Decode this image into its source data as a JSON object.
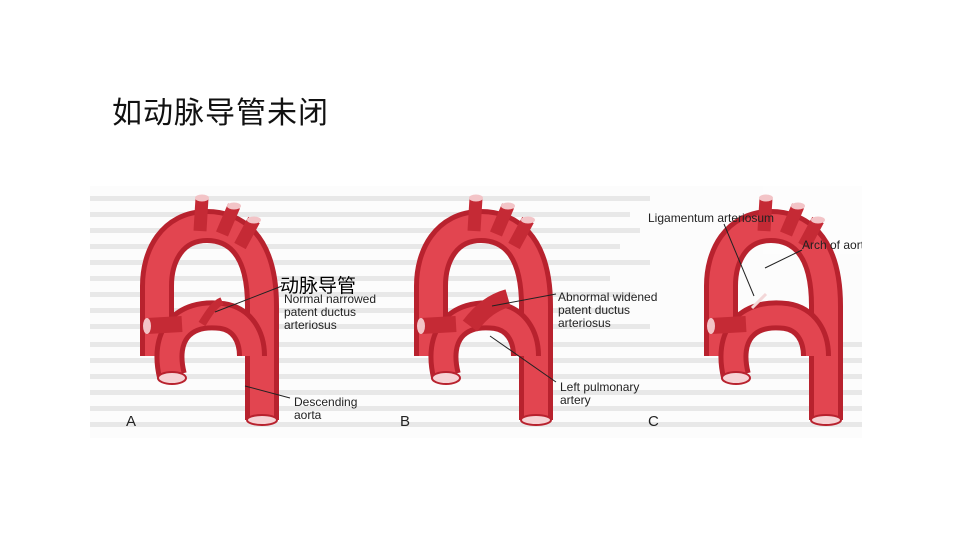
{
  "slide": {
    "title": "如动脉导管未闭"
  },
  "overlay": {
    "cn_label": "动脉导管"
  },
  "panels": [
    {
      "letter": "A",
      "labels": [
        "Normal narrowed",
        "patent ductus",
        "arteriosus",
        "Descending",
        "aorta"
      ]
    },
    {
      "letter": "B",
      "labels": [
        "Abnormal widened",
        "patent ductus",
        "arteriosus",
        "Left pulmonary",
        "artery"
      ]
    },
    {
      "letter": "C",
      "labels": [
        "Ligamentum arteriosum",
        "Arch of aorta"
      ]
    }
  ],
  "colors": {
    "vessel": "#d8333f",
    "vessel_dark": "#a81f2a",
    "vessel_light": "#ee6b73",
    "background_text": "#cfcfcf"
  }
}
